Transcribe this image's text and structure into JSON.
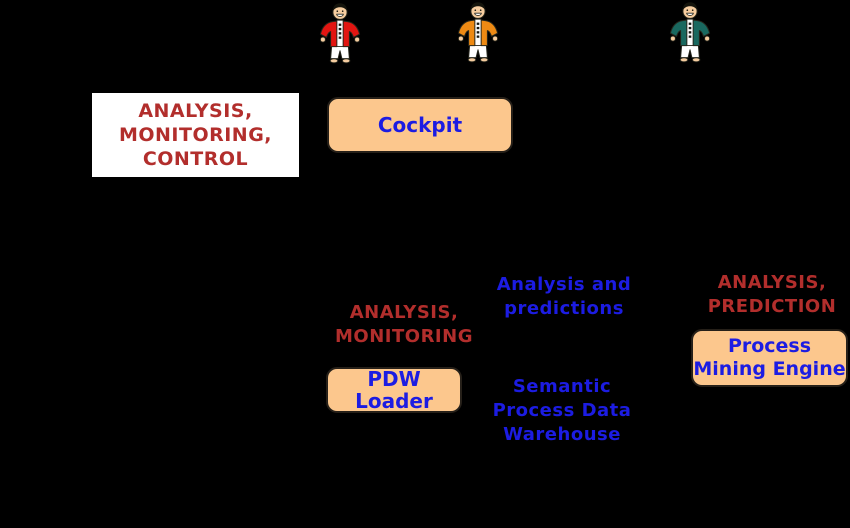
{
  "background_color": "#000000",
  "colors": {
    "label_red": "#b22e2c",
    "label_blue": "#1c1ce2",
    "box_fill": "#fcc78d",
    "box_border": "#262019",
    "panel_bg": "#ffffff",
    "skin": "#f6cda0"
  },
  "actors": [
    {
      "id": "business-user-red",
      "jacket_color": "#e21511"
    },
    {
      "id": "business-user-orange",
      "jacket_color": "#ee8a14"
    },
    {
      "id": "business-user-teal",
      "jacket_color": "#19685f"
    }
  ],
  "panel": {
    "lines": [
      "ANALYSIS,",
      "MONITORING,",
      "CONTROL"
    ]
  },
  "boxes": {
    "cockpit": {
      "label": "Cockpit"
    },
    "pdw_loader": {
      "label": "PDW Loader"
    },
    "process_mining_engine": {
      "lines": [
        "Process",
        "Mining Engine"
      ]
    }
  },
  "annotations": {
    "analysis_monitoring": {
      "lines": [
        "ANALYSIS,",
        "MONITORING"
      ]
    },
    "analysis_predictions": {
      "lines": [
        "Analysis and",
        "predictions"
      ]
    },
    "semantic_pdw": {
      "lines": [
        "Semantic",
        "Process Data",
        "Warehouse"
      ]
    },
    "analysis_prediction": {
      "lines": [
        "ANALYSIS,",
        "PREDICTION"
      ]
    }
  }
}
